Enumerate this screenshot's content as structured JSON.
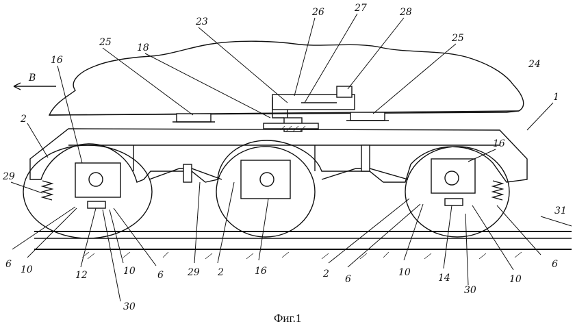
{
  "figure": {
    "caption": "Фиг.1",
    "direction_label": "В",
    "labels": [
      {
        "id": "l-16a",
        "text": "16"
      },
      {
        "id": "l-2a",
        "text": "2"
      },
      {
        "id": "l-25a",
        "text": "25"
      },
      {
        "id": "l-18",
        "text": "18"
      },
      {
        "id": "l-23",
        "text": "23"
      },
      {
        "id": "l-26",
        "text": "26"
      },
      {
        "id": "l-27",
        "text": "27"
      },
      {
        "id": "l-28",
        "text": "28"
      },
      {
        "id": "l-25b",
        "text": "25"
      },
      {
        "id": "l-24",
        "text": "24"
      },
      {
        "id": "l-1",
        "text": "1"
      },
      {
        "id": "l-16c",
        "text": "16"
      },
      {
        "id": "l-29a",
        "text": "29"
      },
      {
        "id": "l-31",
        "text": "31"
      },
      {
        "id": "l-6a",
        "text": "6"
      },
      {
        "id": "l-10a",
        "text": "10"
      },
      {
        "id": "l-12",
        "text": "12"
      },
      {
        "id": "l-10b",
        "text": "10"
      },
      {
        "id": "l-6b",
        "text": "6"
      },
      {
        "id": "l-29b",
        "text": "29"
      },
      {
        "id": "l-2b",
        "text": "2"
      },
      {
        "id": "l-16b",
        "text": "16"
      },
      {
        "id": "l-2c",
        "text": "2"
      },
      {
        "id": "l-6c",
        "text": "6"
      },
      {
        "id": "l-10c",
        "text": "10"
      },
      {
        "id": "l-14",
        "text": "14"
      },
      {
        "id": "l-30b",
        "text": "30"
      },
      {
        "id": "l-10d",
        "text": "10"
      },
      {
        "id": "l-6d",
        "text": "6"
      },
      {
        "id": "l-30a",
        "text": "30"
      }
    ]
  }
}
